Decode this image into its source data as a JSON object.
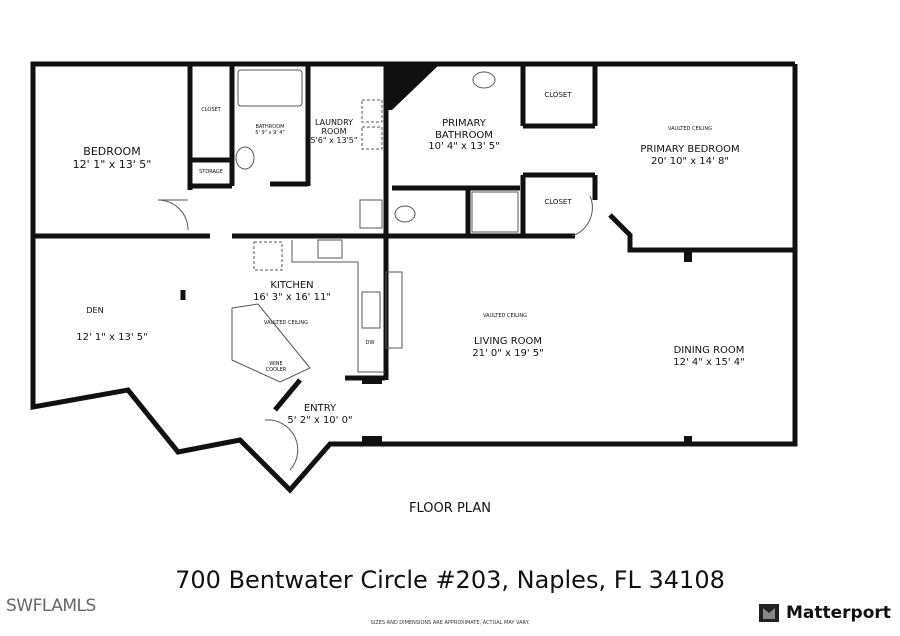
{
  "rooms": [
    {
      "name": "BEDROOM",
      "dims": "12' 1\" x 13' 5\""
    },
    {
      "name": "CLOSET",
      "dims": ""
    },
    {
      "name": "BATHROOM",
      "dims": "5' 9\" x 9' 4\""
    },
    {
      "name": "STORAGE",
      "dims": ""
    },
    {
      "name": "LAUNDRY ROOM",
      "dims": "5'6\" x 13'5\""
    },
    {
      "name": "PRIMARY BATHROOM",
      "dims": "10' 4\" x 13' 5\""
    },
    {
      "name": "CLOSET",
      "dims": ""
    },
    {
      "name": "CLOSET",
      "dims": ""
    },
    {
      "name": "PRIMARY BEDROOM",
      "dims": "20' 10\" x 14' 8\""
    },
    {
      "name": "DEN",
      "dims": "12' 1\" x 13' 5\""
    },
    {
      "name": "KITCHEN",
      "dims": "16' 3\" x 16' 11\""
    },
    {
      "name": "LIVING ROOM",
      "dims": "21' 0\" x 19' 5\""
    },
    {
      "name": "DINING ROOM",
      "dims": "12' 4\" x 15' 4\""
    },
    {
      "name": "ENTRY",
      "dims": "5' 2\" x 10' 0\""
    }
  ],
  "notes": {
    "vaulted_primary": "VAULTED CEILING",
    "vaulted_kitchen": "VAULTED CEILING",
    "vaulted_living": "VAULTED CEILING",
    "wine_cooler": "WINE COOLER",
    "dw": "DW"
  },
  "plan_title": "FLOOR PLAN",
  "address": "700 Bentwater Circle #203, Naples, FL 34108",
  "disclaimer": "SIZES AND DIMENSIONS ARE APPROXIMATE, ACTUAL MAY VARY.",
  "mls_logo": "SWFLAMLS",
  "brand": "Matterport",
  "colors": {
    "wall": "#111111",
    "fixture": "#555555"
  }
}
